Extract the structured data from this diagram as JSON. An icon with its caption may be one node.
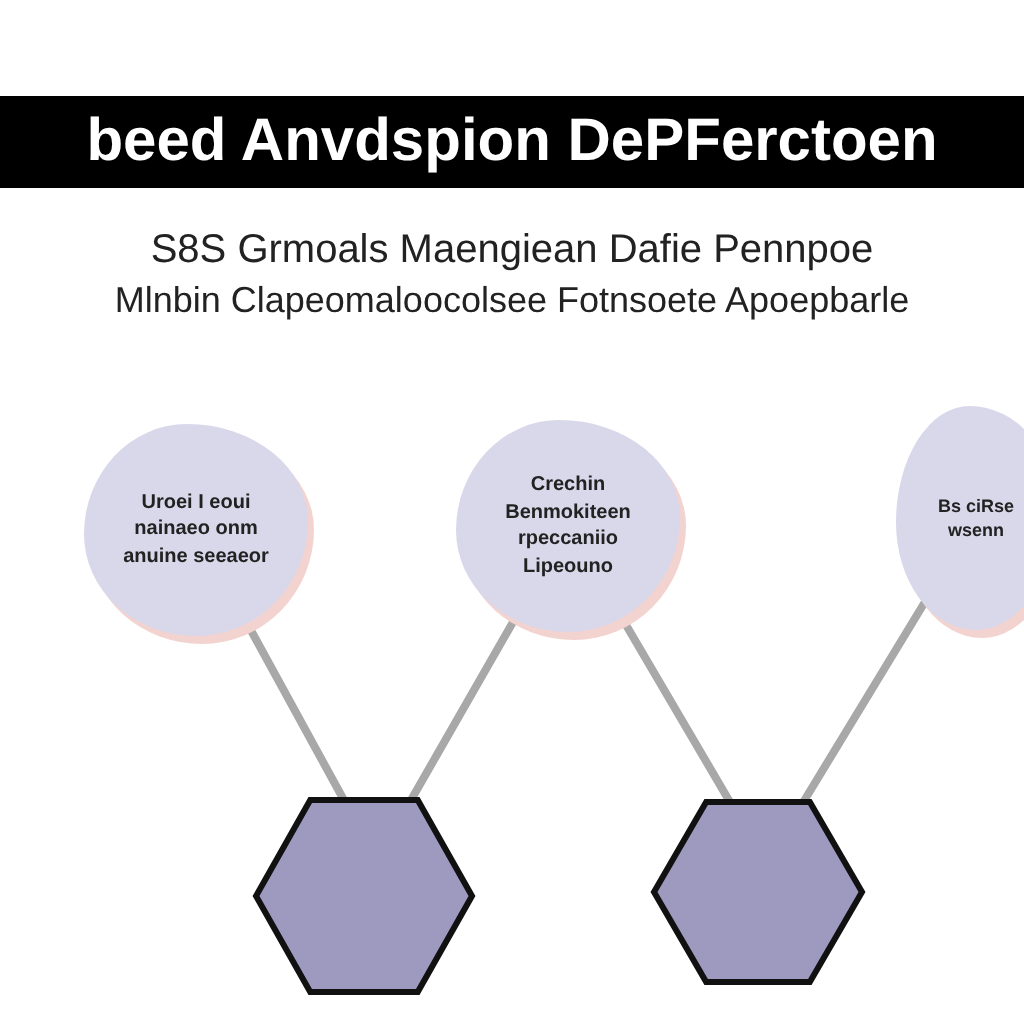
{
  "diagram": {
    "title": "beed Anvdspion DePFerctoen",
    "nodes": [
      {
        "text": [
          "Uroei I eoui nainaeo onm anuine seeaeor"
        ]
      },
      {
        "text": [
          "Crechin Benmokiteen rpeccaniio Lipeouno"
        ]
      },
      {
        "text": [
          "Bs ciRse wsenn"
        ]
      },
      {
        "text": [],
        "shape": "hexagon"
      },
      {
        "text": [],
        "shape": "hexagon"
      }
    ],
    "edges": [
      {
        "from": 0,
        "to": 3,
        "arrow": "none"
      },
      {
        "from": 1,
        "to": 3,
        "arrow": "none"
      },
      {
        "from": 1,
        "to": 4,
        "arrow": "none"
      },
      {
        "from": 2,
        "to": 4,
        "arrow": "none"
      }
    ],
    "labels": [
      "S8S Grmoals Maengiean Dafie Pennpoe",
      "Mlnbin Clapeomaloocolsee Fotnsoete Apoepbarle"
    ]
  }
}
